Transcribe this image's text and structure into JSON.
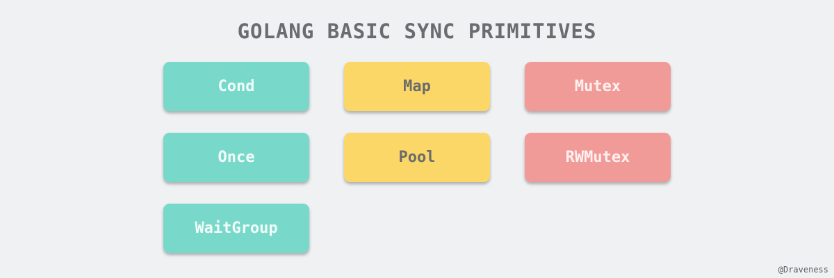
{
  "title": "GOLANG BASIC SYNC PRIMITIVES",
  "colors": {
    "background": "#f0f1f3",
    "teal": "#78d9cb",
    "yellow": "#fad766",
    "red": "#f19b98",
    "title_text": "#6b6b70"
  },
  "columns": [
    {
      "color": "teal",
      "items": [
        {
          "label": "Cond"
        },
        {
          "label": "Once"
        },
        {
          "label": "WaitGroup"
        }
      ]
    },
    {
      "color": "yellow",
      "items": [
        {
          "label": "Map"
        },
        {
          "label": "Pool"
        }
      ]
    },
    {
      "color": "red",
      "items": [
        {
          "label": "Mutex"
        },
        {
          "label": "RWMutex"
        }
      ]
    }
  ],
  "credit": "@Draveness"
}
